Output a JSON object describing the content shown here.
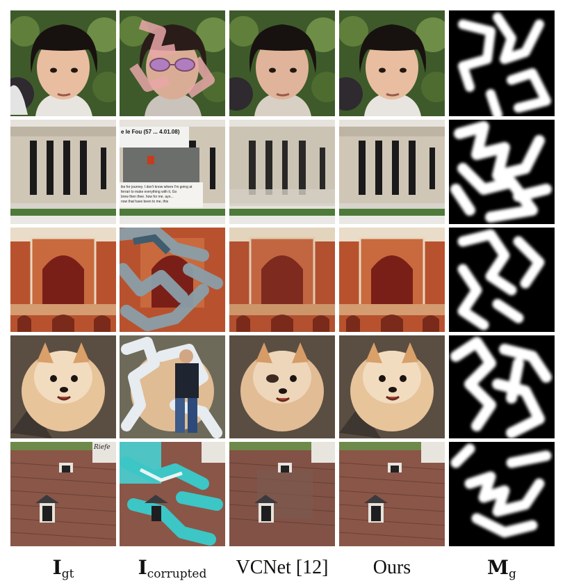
{
  "figure": {
    "columns": [
      {
        "id": "gt",
        "main": "I",
        "sub": "gt"
      },
      {
        "id": "corrupted",
        "main": "I",
        "sub": "corrupted"
      },
      {
        "id": "vcnet",
        "main": "VCNet [12]",
        "sub": ""
      },
      {
        "id": "ours",
        "main": "Ours",
        "sub": ""
      },
      {
        "id": "mask",
        "main": "M",
        "sub": "g"
      }
    ],
    "rows": [
      "child",
      "building",
      "mughal-arch",
      "pomeranian-dog",
      "tiled-roof"
    ],
    "corrupted_text": {
      "headline": "e le Fou (57 ... 4.01.08)",
      "line1": "ike for journey. I don't know where I'm going at",
      "line2": "ferrari to make everything with it, Go",
      "line3": "brew then thee. how for me. ayo...",
      "line4": "now that have been to me, this"
    },
    "roof_sign": "Riefe"
  }
}
